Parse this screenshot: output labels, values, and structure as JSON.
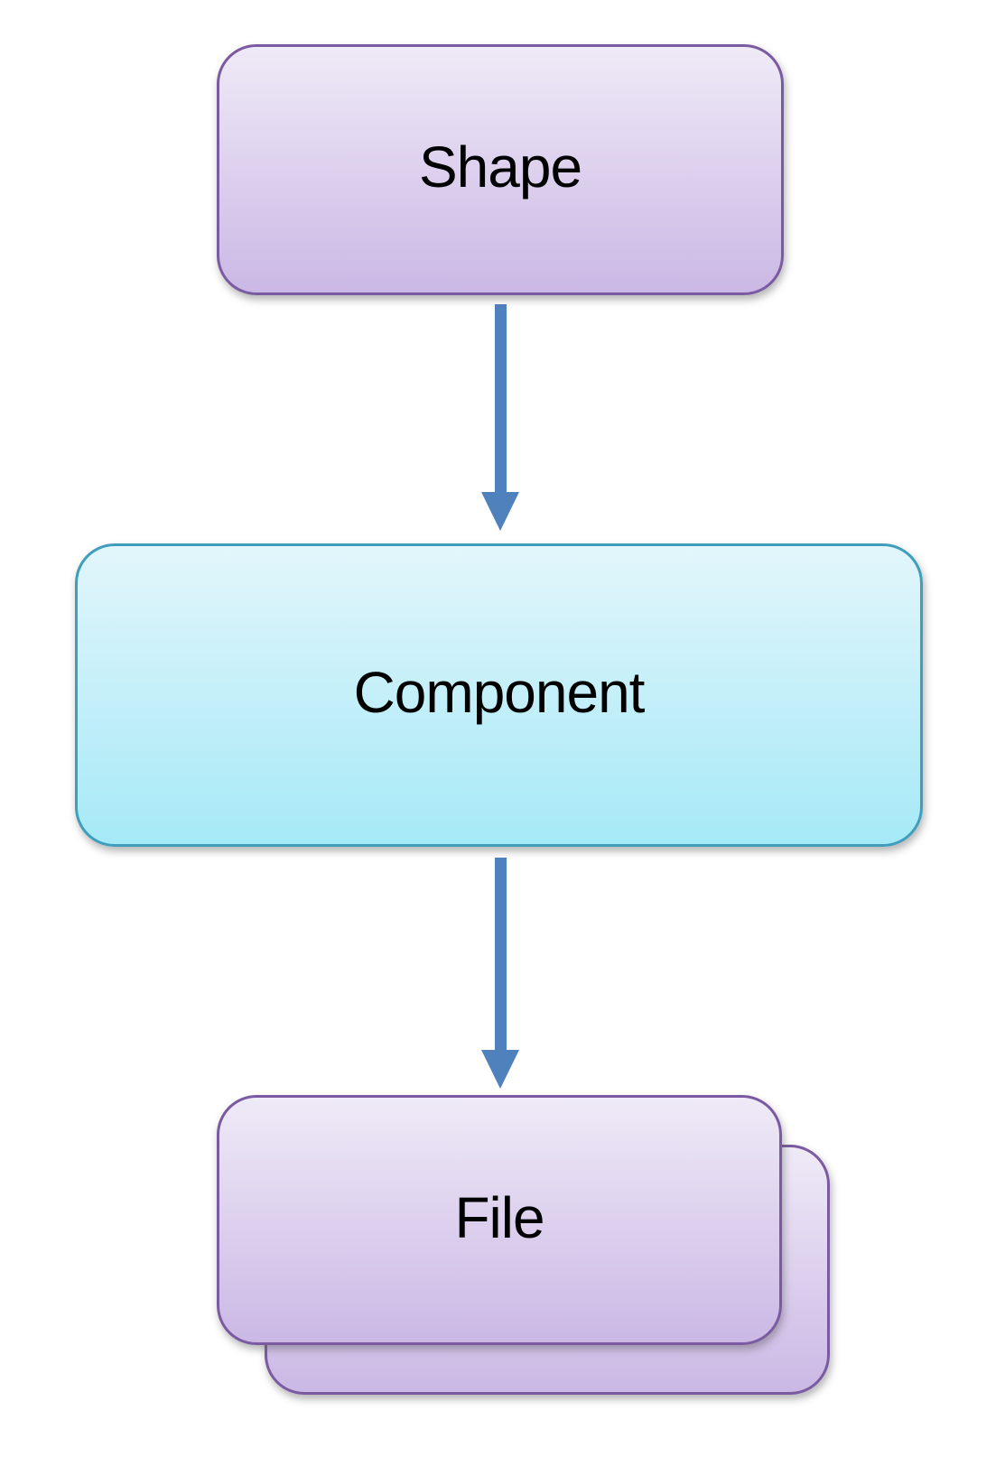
{
  "diagram": {
    "type": "flowchart",
    "direction": "top-down",
    "nodes": [
      {
        "id": "shape",
        "label": "Shape",
        "shape": "rounded-rectangle",
        "fill_top": "#efeaf7",
        "fill_bottom": "#cbb8e5",
        "border_color": "#7a5ba1",
        "stacked": false
      },
      {
        "id": "component",
        "label": "Component",
        "shape": "rounded-rectangle",
        "fill_top": "#e2f6fb",
        "fill_bottom": "#a6e9f7",
        "border_color": "#3e9ebc",
        "stacked": false
      },
      {
        "id": "file",
        "label": "File",
        "shape": "rounded-rectangle",
        "fill_top": "#efeaf7",
        "fill_bottom": "#cbb8e5",
        "border_color": "#7a5ba1",
        "stacked": true
      }
    ],
    "edges": [
      {
        "from": "shape",
        "to": "component",
        "style": "solid-arrow",
        "color": "#4f81bd"
      },
      {
        "from": "component",
        "to": "file",
        "style": "solid-arrow",
        "color": "#4f81bd"
      }
    ],
    "text_color": "#000000",
    "background_color": "#ffffff"
  }
}
